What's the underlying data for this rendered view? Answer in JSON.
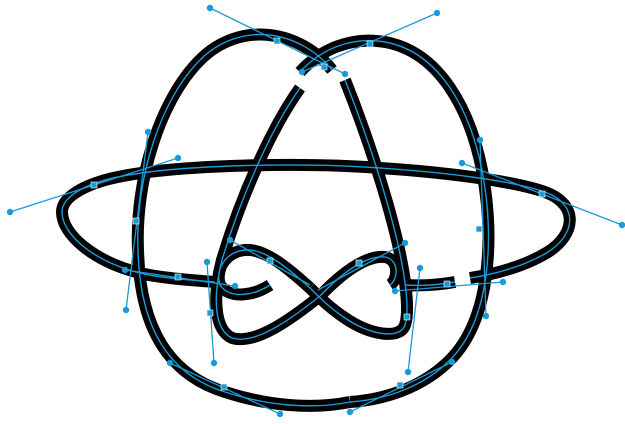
{
  "canvas": {
    "selected_object": "knot-path",
    "colors": {
      "background": "#ffffff",
      "stroke": "#000000",
      "path_highlight": "#1a9bd7",
      "handle": "#1a9bd7",
      "anchor_fill": "#1a9bd7"
    },
    "knot_segments": [
      "left-arc",
      "right-arc",
      "triangle-left",
      "triangle-right",
      "ring-upper",
      "ring-lower-left",
      "ring-lower-right",
      "figure-eight",
      "bottom-bowl"
    ]
  }
}
